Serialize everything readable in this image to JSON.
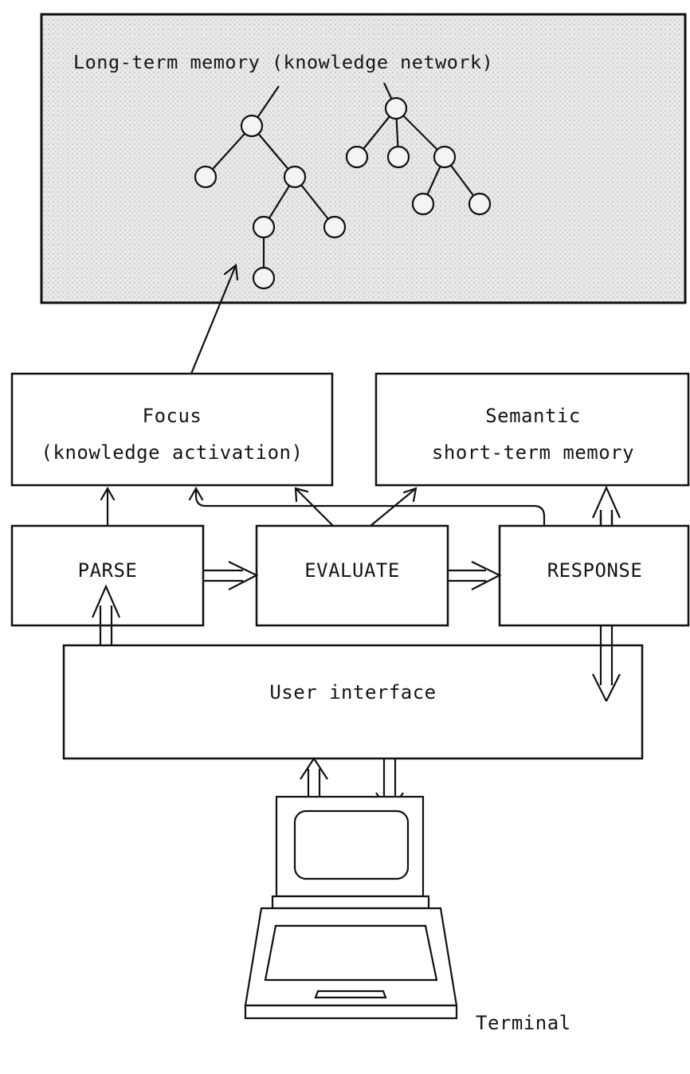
{
  "long_term_memory": {
    "title": "Long-term memory (knowledge network)"
  },
  "focus": {
    "line1": "Focus",
    "line2": "(knowledge activation)"
  },
  "short_term_memory": {
    "line1": "Semantic",
    "line2": "short-term memory"
  },
  "parse": {
    "label": "PARSE"
  },
  "evaluate": {
    "label": "EVALUATE"
  },
  "response": {
    "label": "RESPONSE"
  },
  "user_interface": {
    "label": "User interface"
  },
  "terminal": {
    "label": "Terminal"
  },
  "colors": {
    "stroke": "#111111",
    "shaded_panel": "#e4e4e4",
    "background": "#ffffff"
  },
  "icons": {
    "terminal": "computer-terminal-icon"
  }
}
